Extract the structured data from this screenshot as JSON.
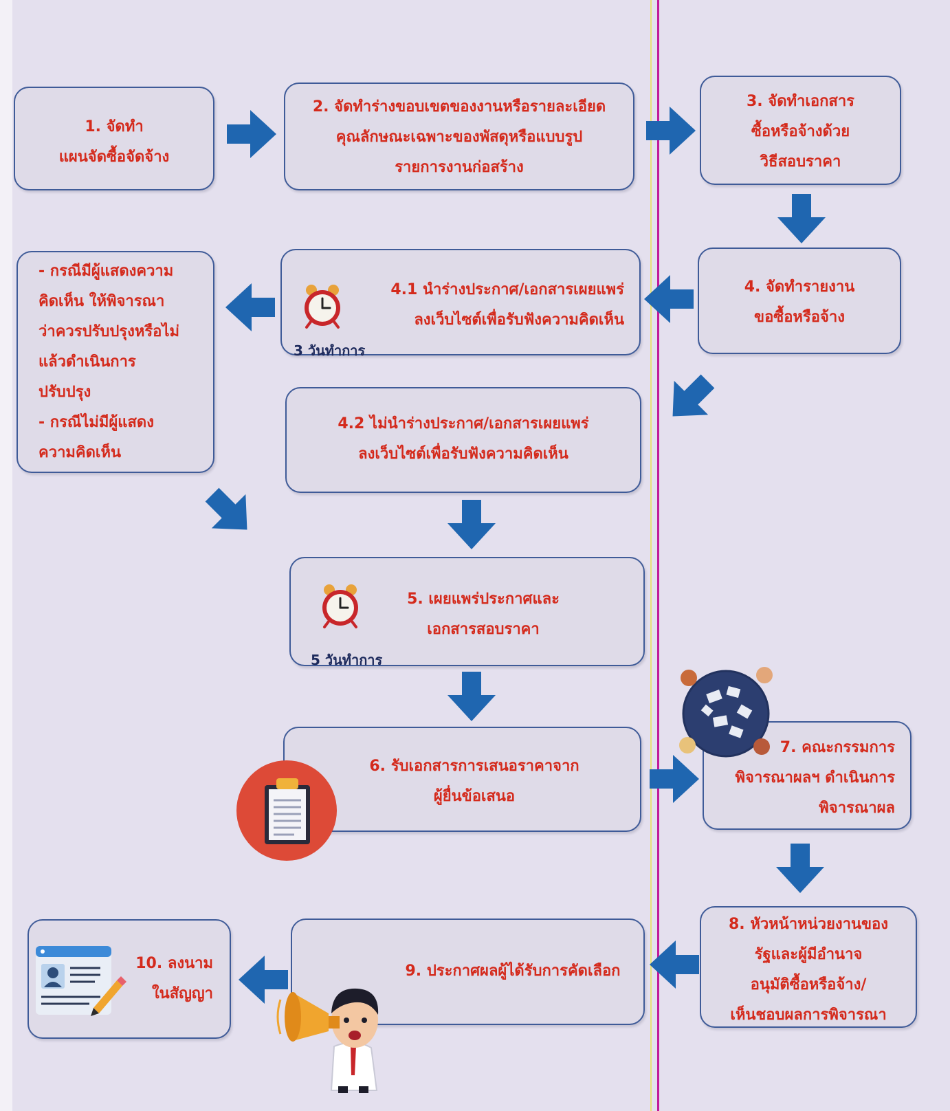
{
  "colors": {
    "background": "#e4e0ee",
    "box_fill": "#dfdbe8",
    "box_border": "#3f5b98",
    "step_text": "#d42a1c",
    "days_text": "#1d2a5c",
    "arrow": "#1f66b0",
    "divider_magenta": "#c21a9b",
    "divider_yellow": "#e8e07a"
  },
  "icons": [
    "alarm-clock-icon",
    "clipboard-icon",
    "meeting-table-icon",
    "announcer-megaphone-icon",
    "contract-sign-icon",
    "flow-arrow-icon"
  ],
  "steps": {
    "s1": "1. จัดทำ\nแผนจัดซื้อจัดจ้าง",
    "s2": "2. จัดทำร่างขอบเขตของงานหรือรายละเอียด\nคุณลักษณะเฉพาะของพัสดุหรือแบบรูป\nรายการงานก่อสร้าง",
    "s3": "3. จัดทำเอกสาร\nซื้อหรือจ้างด้วย\nวิธีสอบราคา",
    "s4": "4. จัดทำรายงาน\nขอซื้อหรือจ้าง",
    "s41": "4.1 นำร่างประกาศ/เอกสารเผยแพร่\nลงเว็บไซต์เพื่อรับฟังความคิดเห็น",
    "s41_days": "3 วันทำการ",
    "note": "- กรณีมีผู้แสดงความ\nคิดเห็น ให้พิจารณา\nว่าควรปรับปรุงหรือไม่\nแล้วดำเนินการ\nปรับปรุง\n- กรณีไม่มีผู้แสดง\nความคิดเห็น",
    "s42": "4.2 ไม่นำร่างประกาศ/เอกสารเผยแพร่\nลงเว็บไซต์เพื่อรับฟังความคิดเห็น",
    "s5": "5. เผยแพร่ประกาศและ\nเอกสารสอบราคา",
    "s5_days": "5 วันทำการ",
    "s6": "6. รับเอกสารการเสนอราคาจาก\nผู้ยื่นข้อเสนอ",
    "s7": "7. คณะกรรมการ\nพิจารณาผลฯ ดำเนินการ\nพิจารณาผล",
    "s8": "8. หัวหน้าหน่วยงานของ\nรัฐและผู้มีอำนาจ\nอนุมัติซื้อหรือจ้าง/\nเห็นชอบผลการพิจารณา",
    "s9": "9. ประกาศผลผู้ได้รับการคัดเลือก",
    "s10": "10. ลงนาม\nในสัญญา"
  }
}
